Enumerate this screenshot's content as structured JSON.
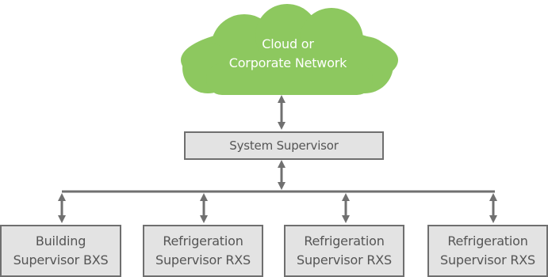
{
  "colors": {
    "cloud": "#8dc85f",
    "box_fill": "#e3e3e3",
    "box_border": "#6f6f6f",
    "connector": "#707070",
    "text": "#555555"
  },
  "cloud": {
    "line1": "Cloud or",
    "line2": "Corporate Network"
  },
  "system_supervisor": {
    "label": "System Supervisor"
  },
  "supervisors": [
    {
      "line1": "Building",
      "line2": "Supervisor BXS"
    },
    {
      "line1": "Refrigeration",
      "line2": "Supervisor RXS"
    },
    {
      "line1": "Refrigeration",
      "line2": "Supervisor RXS"
    },
    {
      "line1": "Refrigeration",
      "line2": "Supervisor RXS"
    }
  ]
}
